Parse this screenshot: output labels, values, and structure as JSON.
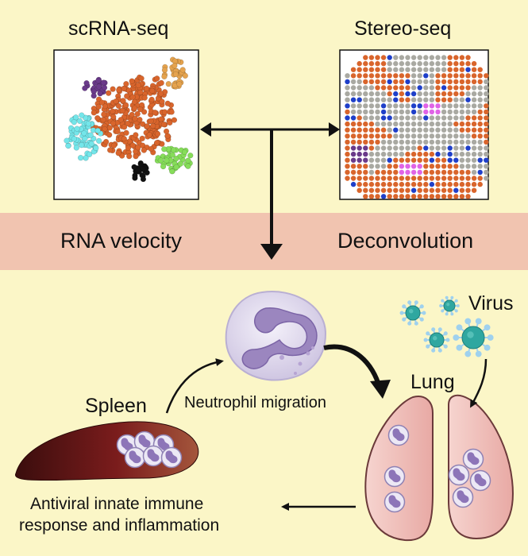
{
  "titles": {
    "left_panel": "scRNA-seq",
    "right_panel": "Stereo-seq"
  },
  "band": {
    "left": "RNA velocity",
    "right": "Deconvolution"
  },
  "labels": {
    "virus": "Virus",
    "lung": "Lung",
    "spleen": "Spleen",
    "neutrophil_migration": "Neutrophil migration",
    "outcome_line1": "Antiviral innate immune",
    "outcome_line2": "response and inflammation"
  },
  "colors": {
    "background": "#fbf6c7",
    "band": "#f1c4b0",
    "orange": "#d9652c",
    "gray": "#a9a9a2",
    "blue": "#1f3fc9",
    "magenta": "#e064e6",
    "purple": "#6a3a8a",
    "cyan": "#74e6ea",
    "green": "#86dd5a",
    "gold": "#e5a34e",
    "black": "#111111",
    "neutrophil": "#e6e0f1",
    "nucleus": "#9b86bf",
    "virus": "#2fa7a0",
    "virus_spike": "#9fd1ee",
    "spleen": "#7a1c1c",
    "lung": "#f3c6c0"
  }
}
